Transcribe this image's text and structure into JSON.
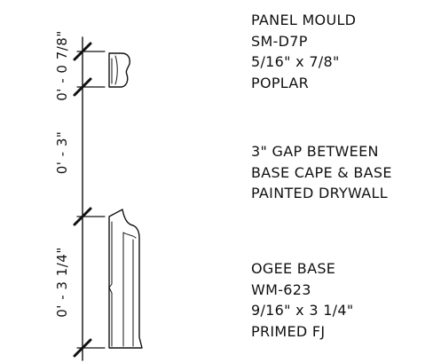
{
  "dimensions": {
    "top": "0' - 0 7/8\"",
    "middle": "0' - 3\"",
    "bottom": "0' - 3 1/4\""
  },
  "notes": {
    "panel_mould": {
      "line1": "PANEL MOULD",
      "line2": "SM-D7P",
      "line3": "5/16\" x 7/8\"",
      "line4": "POPLAR"
    },
    "gap": {
      "line1": "3\" GAP BETWEEN",
      "line2": "BASE CAPE & BASE",
      "line3": "PAINTED DRYWALL"
    },
    "ogee_base": {
      "line1": "OGEE BASE",
      "line2": "WM-623",
      "line3": "9/16\" x 3 1/4\"",
      "line4": "PRIMED FJ"
    }
  },
  "colors": {
    "ink": "#111111",
    "background": "#ffffff"
  }
}
